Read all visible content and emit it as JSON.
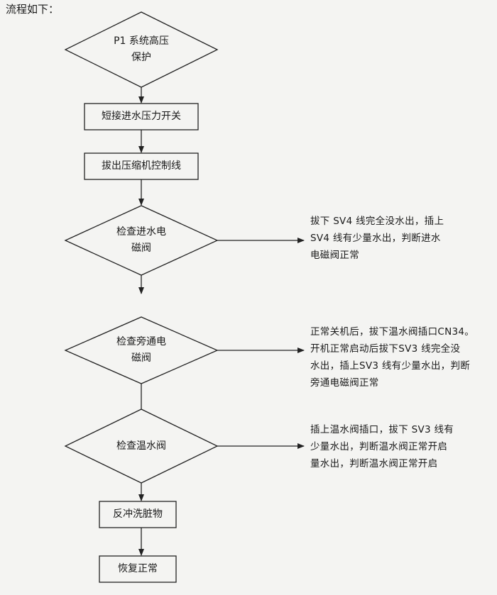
{
  "header": "流程如下：",
  "nodes": {
    "d1": {
      "lines": [
        "P1 系统高压",
        "保护"
      ]
    },
    "r1": {
      "lines": [
        "短接进水压力开关"
      ]
    },
    "r2": {
      "lines": [
        "拔出压缩机控制线"
      ]
    },
    "d2": {
      "lines": [
        "检查进水电",
        "磁阀"
      ]
    },
    "d3": {
      "lines": [
        "检查旁通电",
        "磁阀"
      ]
    },
    "d4": {
      "lines": [
        "检查温水阀"
      ]
    },
    "r3": {
      "lines": [
        "反冲洗脏物"
      ]
    },
    "r4": {
      "lines": [
        "恢复正常"
      ]
    }
  },
  "notes": {
    "n1": [
      "拔下 SV4 线完全没水出，插上",
      "SV4 线有少量水出，判断进水",
      "电磁阀正常"
    ],
    "n2": [
      "正常关机后，拔下温水阀插口CN34。",
      "开机正常启动后拔下SV3 线完全没",
      "水出，插上SV3 线有少量水出，判断",
      "旁通电磁阀正常"
    ],
    "n3": [
      "插上温水阀插口，拔下 SV3 线有",
      "少量水出，判断温水阀正常开启",
      "量水出，判断温水阀正常开启"
    ]
  }
}
